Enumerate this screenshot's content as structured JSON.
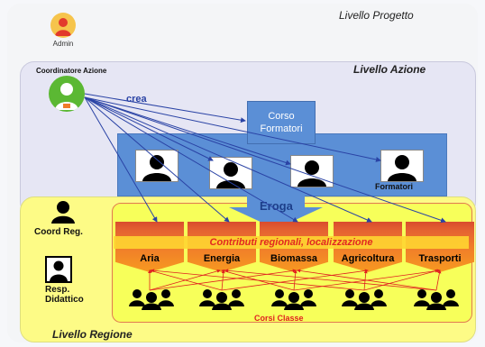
{
  "levels": {
    "progetto": "Livello Progetto",
    "azione": "Livello Azione",
    "regione": "Livello Regione"
  },
  "roles": {
    "admin": "Admin",
    "coordinatore": "Coordinatore Azione",
    "coord_reg": "Coord Reg.",
    "resp_did": "Resp. Didattico"
  },
  "arrows": {
    "crea": "crea",
    "eroga": "Eroga"
  },
  "corso_formatori": "Corso Formatori",
  "formatori": "Formatori",
  "contributi": "Contributi regionali, localizzazione",
  "courses": [
    "Aria",
    "Energia",
    "Biomassa",
    "Agricoltura",
    "Trasporti"
  ],
  "corsi_classe": "Corsi Classe",
  "colors": {
    "blue": "#5b8fd6",
    "yellow": "#fdfb86",
    "orange": "#f07c2a",
    "red": "#e02020",
    "green": "#5bb833"
  }
}
